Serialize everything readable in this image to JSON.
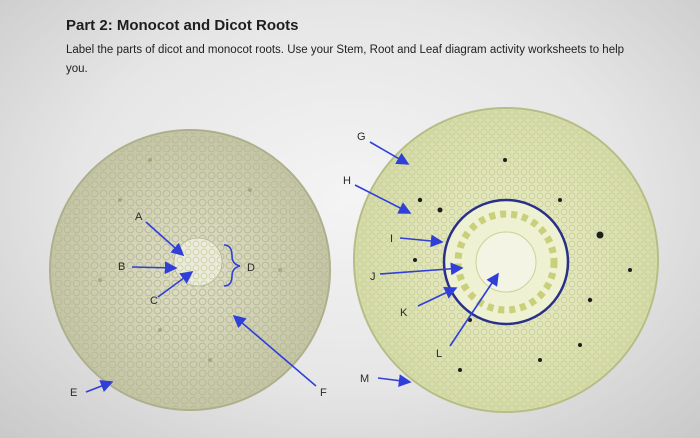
{
  "heading": "Part 2: Monocot and Dicot Roots",
  "instructions": "Label the parts of dicot and monocot roots. Use your Stem, Root and Leaf diagram activity worksheets to help you.",
  "labels": {
    "A": "A",
    "B": "B",
    "C": "C",
    "D": "D",
    "E": "E",
    "F": "F",
    "G": "G",
    "H": "H",
    "I": "I",
    "J": "J",
    "K": "K",
    "L": "L",
    "M": "M"
  },
  "colors": {
    "arrow": "#2f3fd8",
    "monocot_tissue": "#cfd0b2",
    "dicot_tissue": "#e2e6b8",
    "endodermis_ring": "#2a2f8a"
  }
}
